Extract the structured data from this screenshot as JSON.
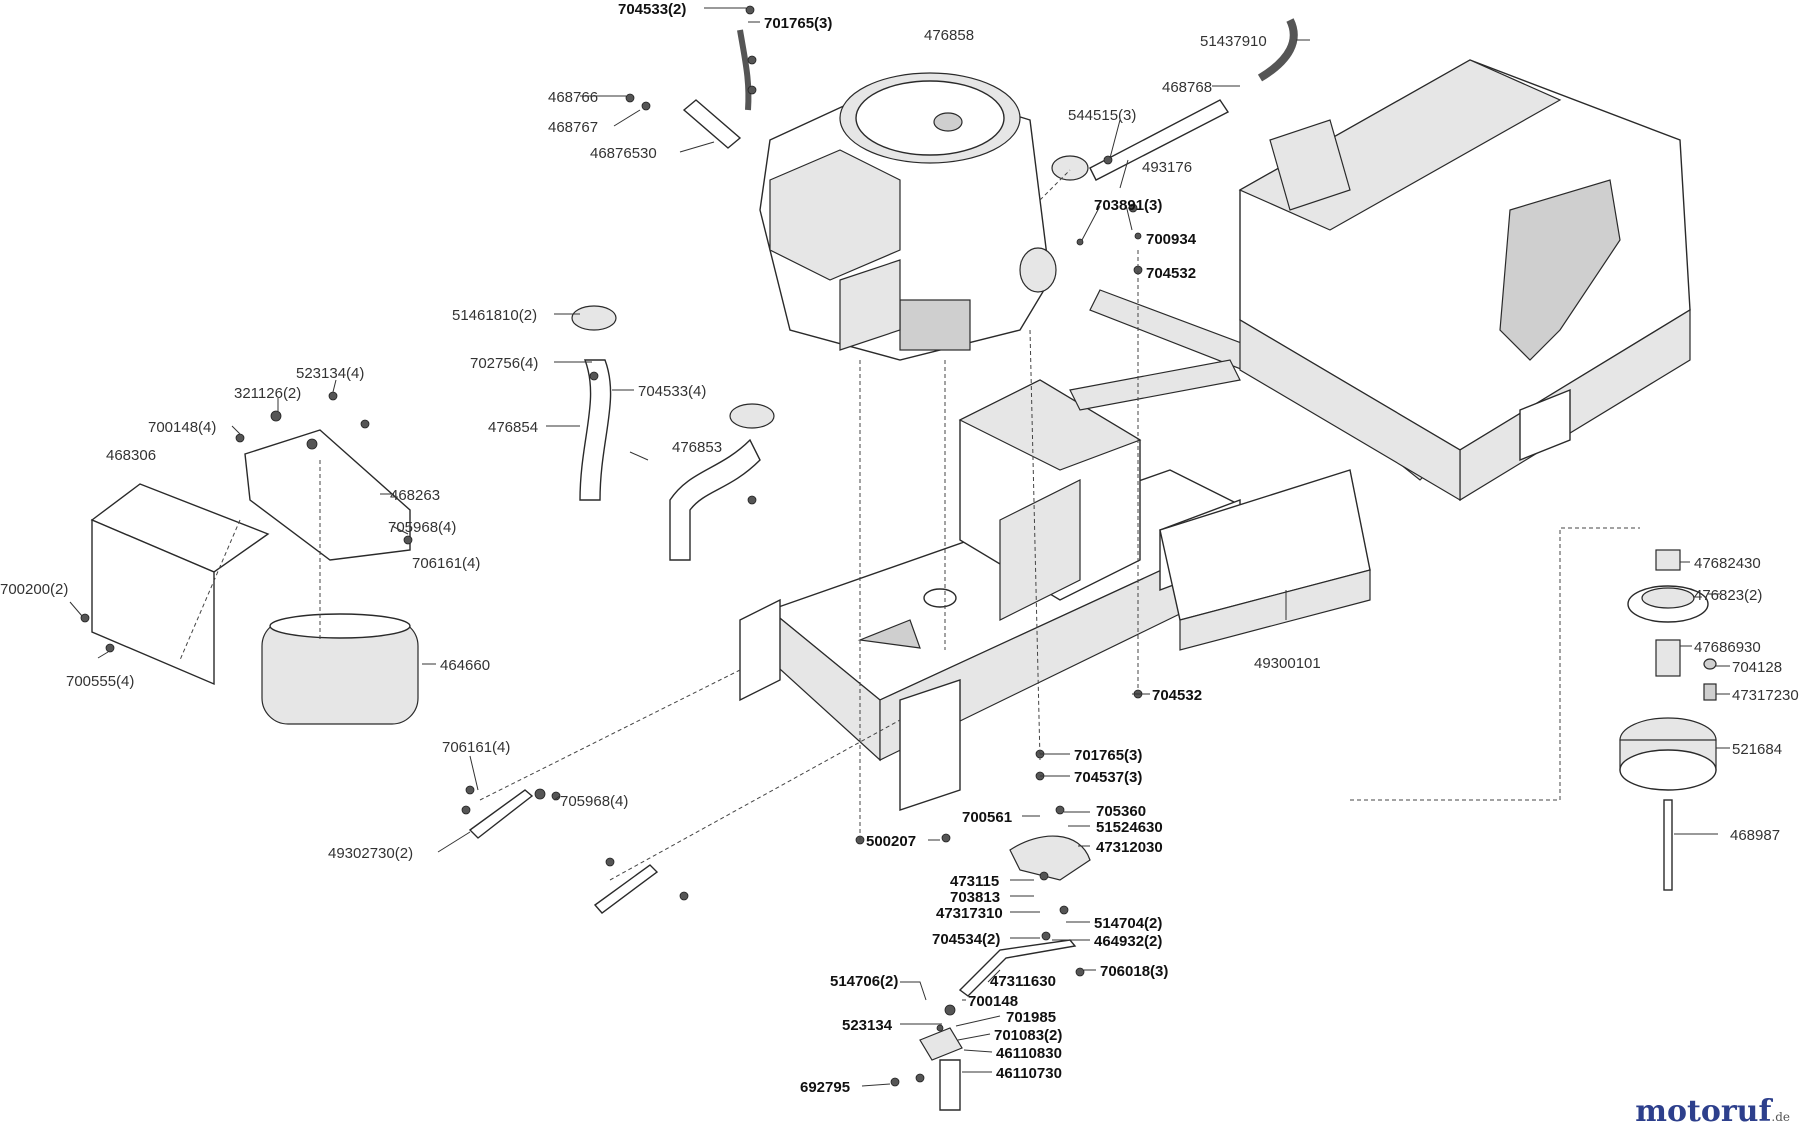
{
  "brand": {
    "name": "motoruf",
    "tld": ".de",
    "color": "#2d3f8c",
    "accent": "#e07a1f"
  },
  "callouts": [
    "704533(2)",
    "701765(3)",
    "476858",
    "51437910",
    "468766",
    "468767",
    "46876530",
    "468768",
    "544515(3)",
    "493176",
    "703891(3)",
    "700934",
    "704532",
    "51461810(2)",
    "702756(4)",
    "704533(4)",
    "476854",
    "476853",
    "523134(4)",
    "321126(2)",
    "700148(4)",
    "468306",
    "468263",
    "705968(4)",
    "706161(4)",
    "700200(2)",
    "700555(4)",
    "464660",
    "49300101",
    "704532",
    "47682430",
    "476823(2)",
    "47686930",
    "704128",
    "47317230",
    "521684",
    "468987",
    "706161(4)",
    "705968(4)",
    "49302730(2)",
    "701765(3)",
    "704537(3)",
    "705360",
    "700561",
    "51524630",
    "500207",
    "47312030",
    "473115",
    "703813",
    "47317310",
    "514704(2)",
    "704534(2)",
    "464932(2)",
    "706018(3)",
    "514706(2)",
    "47311630",
    "700148",
    "523134",
    "701985",
    "701083(2)",
    "46110830",
    "692795",
    "46110730"
  ]
}
